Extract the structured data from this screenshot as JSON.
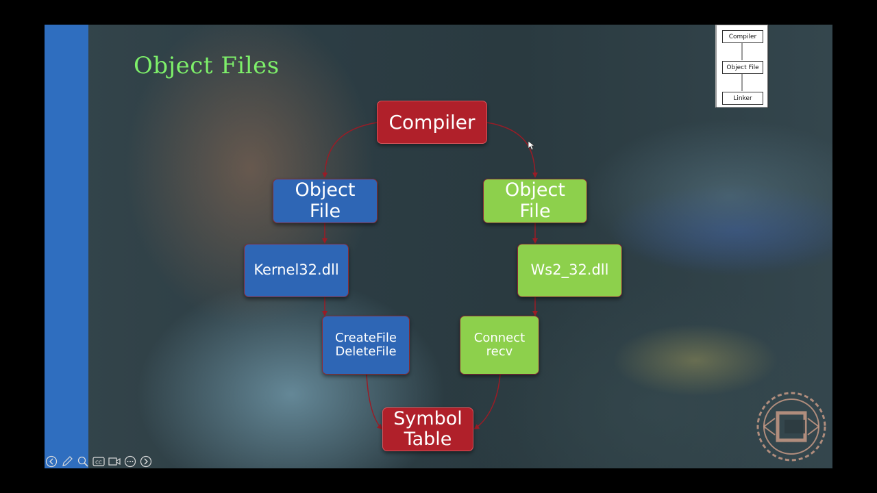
{
  "slide": {
    "title": "Object Files",
    "nodes": {
      "compiler": "Compiler",
      "object_file_left": "Object\nFile",
      "object_file_right": "Object\nFile",
      "kernel32": "Kernel32.dll",
      "ws2_32": "Ws2_32.dll",
      "kernel_functions": "CreateFile\nDeleteFile",
      "ws2_functions": "Connect\nrecv",
      "symbol_table": "Symbol\nTable"
    },
    "colors": {
      "red": "#b0202a",
      "blue": "#2e66b5",
      "green": "#8dd04c",
      "title": "#7ef06a",
      "arrow": "#9a1c26"
    }
  },
  "thumbnail": {
    "labels": [
      "Compiler",
      "Object File",
      "Linker"
    ]
  },
  "toolbar": {
    "icons": [
      "arrow-left-icon",
      "pen-icon",
      "zoom-icon",
      "captions-icon",
      "video-icon",
      "more-icon",
      "arrow-right-icon"
    ],
    "cc_label": "CC"
  }
}
